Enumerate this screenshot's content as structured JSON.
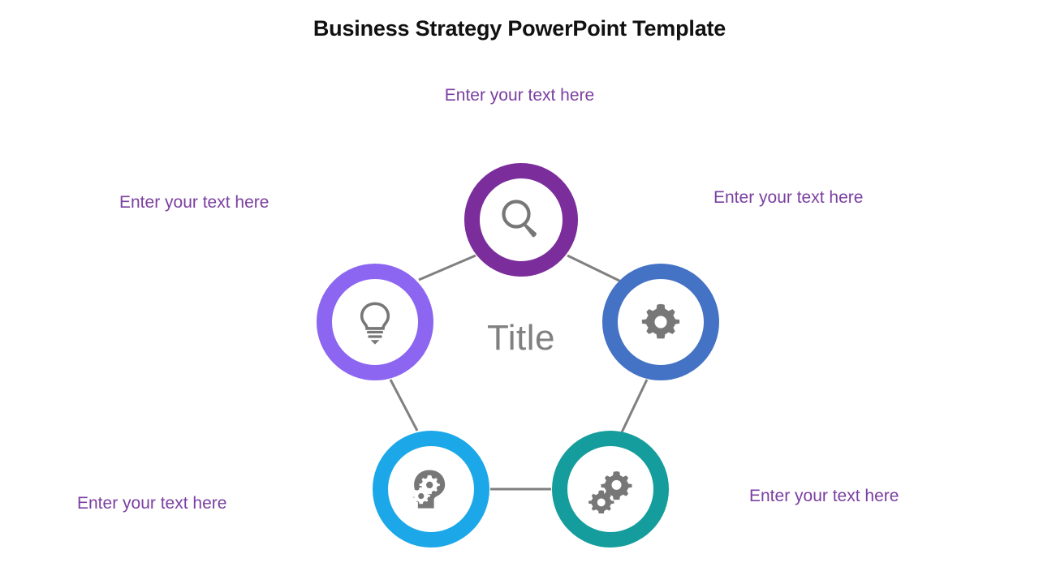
{
  "slide": {
    "title": "Business Strategy PowerPoint Template",
    "center_label": "Title",
    "background": "#ffffff",
    "title_color": "#111111",
    "center_label_color": "#808080",
    "caption_color": "#7B3FA0",
    "connector_color": "#808080"
  },
  "captions": {
    "top": "Enter your text here",
    "left": "Enter your text here",
    "right": "Enter your text here",
    "bottom_left": "Enter your text here",
    "bottom_right": "Enter your text here"
  },
  "nodes": [
    {
      "id": "top",
      "icon": "magnifier-icon",
      "ring_color": "#7B2D9B",
      "position": "top"
    },
    {
      "id": "right",
      "icon": "gear-icon",
      "ring_color": "#4472C4",
      "position": "right"
    },
    {
      "id": "bottom-right",
      "icon": "two-gears-icon",
      "ring_color": "#159C9C",
      "position": "bottom-right"
    },
    {
      "id": "bottom-left",
      "icon": "head-gears-icon",
      "ring_color": "#1CA8E8",
      "position": "bottom-left"
    },
    {
      "id": "left",
      "icon": "lightbulb-icon",
      "ring_color": "#8C66F0",
      "position": "left"
    }
  ],
  "icon_color": "#777777"
}
